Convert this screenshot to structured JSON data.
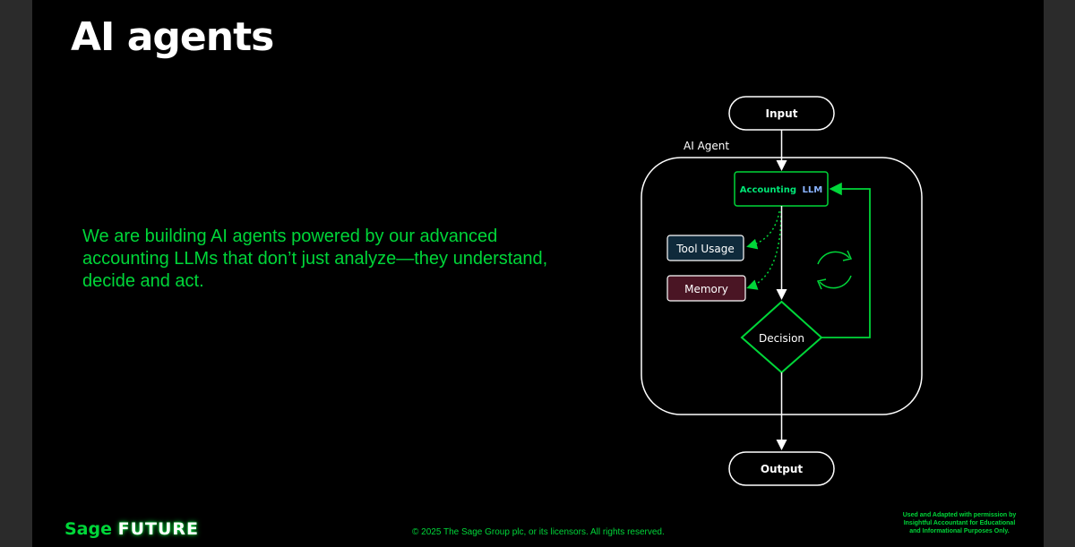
{
  "slide": {
    "title": "AI agents",
    "body": "We are building AI agents powered by our advanced accounting LLMs that don’t just analyze—they understand, decide and act."
  },
  "diagram": {
    "input_label": "Input",
    "agent_label": "AI Agent",
    "llm_label_1": "Accounting",
    "llm_label_2": "LLM",
    "tool_label": "Tool Usage",
    "memory_label": "Memory",
    "decision_label": "Decision",
    "output_label": "Output"
  },
  "footer": {
    "brand_sage": "Sage",
    "brand_future": "FUTURE",
    "copyright": "© 2025 The Sage Group plc, or its licensors. All rights reserved.",
    "permission_line_1": "Used and Adapted with permission by",
    "permission_line_2": "Insightful Accountant for Educational",
    "permission_line_3": "and Informational Purposes Only."
  },
  "colors": {
    "accent": "#00d639",
    "background": "#000000",
    "tool_fill": "#0f2a3b",
    "memory_fill": "#4a1524"
  }
}
